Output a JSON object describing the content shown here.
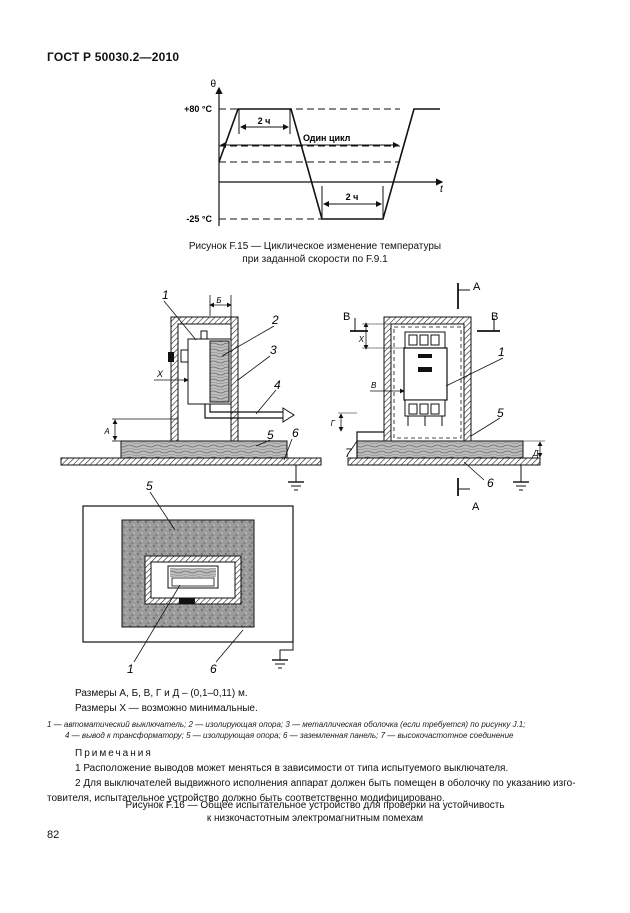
{
  "header": {
    "title": "ГОСТ Р 50030.2—2010"
  },
  "figure15": {
    "axis_y_label": "θ",
    "axis_x_label": "t",
    "temp_high": "+80 °С",
    "temp_low": "-25 °С",
    "duration_top": "2 ч",
    "duration_bottom": "2 ч",
    "cycle_label": "Один цикл",
    "caption_line1": "Рисунок F.15 — Циклическое изменение температуры",
    "caption_line2": "при заданной скорости по F.9.1"
  },
  "figure16": {
    "left_view": {
      "callouts": [
        "1",
        "2",
        "3",
        "4",
        "5",
        "6"
      ],
      "dim_b": "Б",
      "dim_x": "X",
      "dim_a": "А"
    },
    "right_view": {
      "section_a": "А",
      "section_b": "В",
      "callouts": [
        "1",
        "5",
        "6",
        "7"
      ],
      "dim_x": "X",
      "dim_v": "В",
      "dim_g": "Г",
      "dim_d": "Д"
    },
    "bottom_view": {
      "callouts": [
        "5",
        "1",
        "6"
      ]
    },
    "sizes_line1": "Размеры А, Б, В, Г и Д – (0,1–0,11) м.",
    "sizes_line2": "Размеры X — возможно минимальные.",
    "legend_line1": "1 — автоматический выключатель; 2 — изолирующая опора; 3 — металлическая оболочка (если требуется) по рисунку J.1;",
    "legend_line2": "4 — вывод к трансформатору; 5 — изолирующая опора; 6 — заземленная панель; 7 — высокочастотное соединение",
    "notes_title": "Примечания",
    "note1": "1 Расположение выводов может меняться в зависимости от типа испытуемого выключателя.",
    "note2a": "2 Для выключателей выдвижного исполнения аппарат должен быть помещен в оболочку по указанию изго-",
    "note2b": "товителя, испытательное устройство должно быть соответственно модифицировано.",
    "caption_line1": "Рисунок F.16 — Общее испытательное устройство для проверки на устойчивость",
    "caption_line2": "к низкочастотным электромагнитным помехам"
  },
  "page_number": "82"
}
